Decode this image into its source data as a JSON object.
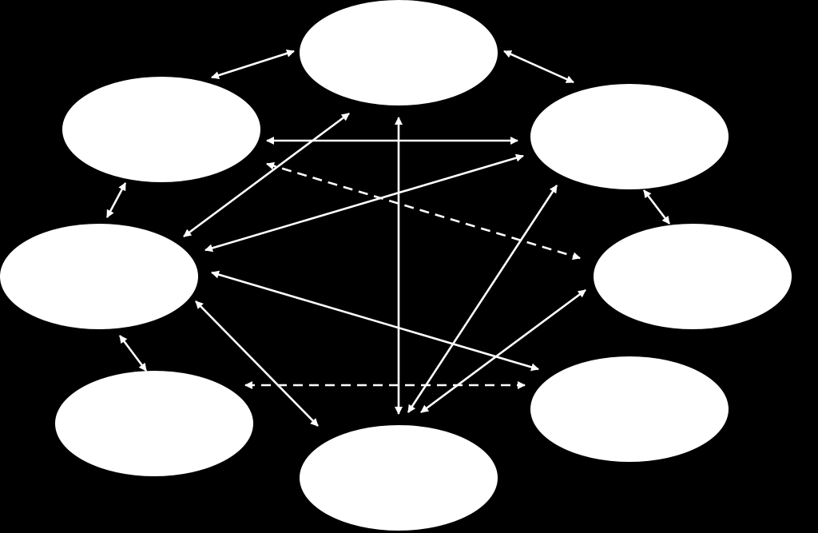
{
  "diagram": {
    "background": "#000000",
    "node_color": "#ffffff",
    "edge_color": "#ffffff",
    "nodes": [
      {
        "id": "top",
        "label": ""
      },
      {
        "id": "upper-left",
        "label": ""
      },
      {
        "id": "upper-right",
        "label": ""
      },
      {
        "id": "middle-left",
        "label": ""
      },
      {
        "id": "middle-right",
        "label": ""
      },
      {
        "id": "lower-left",
        "label": ""
      },
      {
        "id": "lower-right",
        "label": ""
      },
      {
        "id": "bottom",
        "label": ""
      }
    ],
    "edges": [
      {
        "from": "upper-left",
        "to": "top",
        "style": "solid",
        "arrows": "both"
      },
      {
        "from": "top",
        "to": "upper-right",
        "style": "solid",
        "arrows": "both"
      },
      {
        "from": "upper-left",
        "to": "upper-right",
        "style": "solid",
        "arrows": "both"
      },
      {
        "from": "upper-left",
        "to": "middle-left",
        "style": "solid",
        "arrows": "both"
      },
      {
        "from": "upper-right",
        "to": "middle-right",
        "style": "solid",
        "arrows": "both"
      },
      {
        "from": "top",
        "to": "middle-left",
        "style": "solid",
        "arrows": "both"
      },
      {
        "from": "top",
        "to": "bottom",
        "style": "solid",
        "arrows": "both"
      },
      {
        "from": "upper-left",
        "to": "middle-right",
        "style": "dashed",
        "arrows": "both"
      },
      {
        "from": "upper-right",
        "to": "middle-left",
        "style": "solid",
        "arrows": "both"
      },
      {
        "from": "upper-right",
        "to": "bottom",
        "style": "solid",
        "arrows": "both"
      },
      {
        "from": "middle-left",
        "to": "lower-right",
        "style": "solid",
        "arrows": "both"
      },
      {
        "from": "middle-left",
        "to": "bottom",
        "style": "solid",
        "arrows": "both"
      },
      {
        "from": "middle-left",
        "to": "lower-left",
        "style": "solid",
        "arrows": "both"
      },
      {
        "from": "middle-right",
        "to": "bottom",
        "style": "solid",
        "arrows": "both"
      },
      {
        "from": "lower-left",
        "to": "lower-right",
        "style": "dashed",
        "arrows": "both"
      }
    ]
  }
}
